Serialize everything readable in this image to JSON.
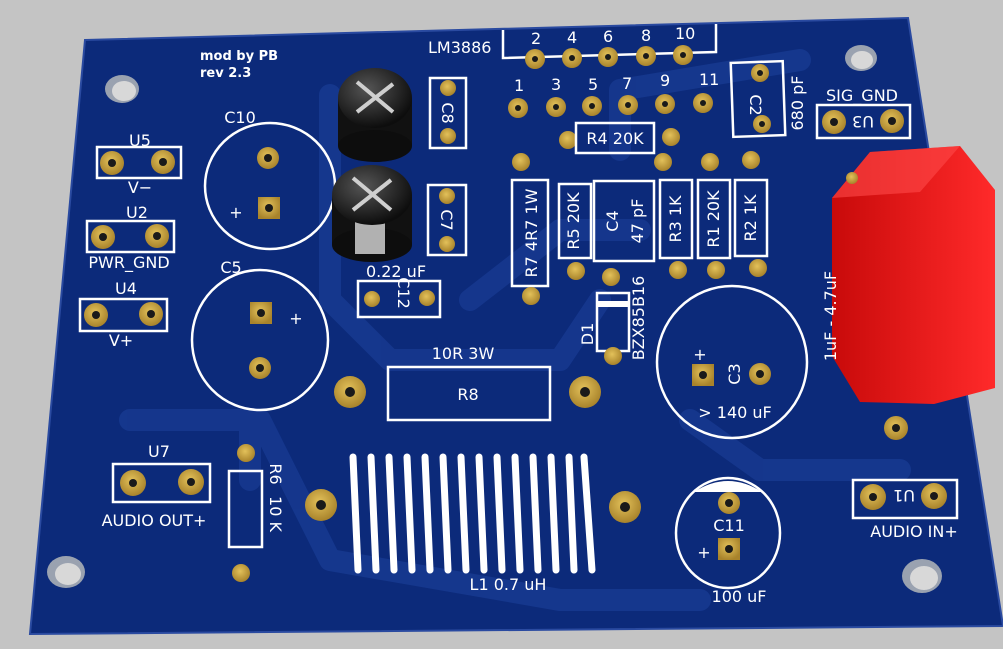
{
  "header": {
    "credit": "mod by PB",
    "revision": "rev 2.3",
    "ic_label": "LM3886"
  },
  "ic_pins": {
    "top": [
      "2",
      "4",
      "6",
      "8",
      "10"
    ],
    "bottom": [
      "1",
      "3",
      "5",
      "7",
      "9",
      "11"
    ]
  },
  "connectors": {
    "u5": {
      "ref": "U5",
      "name": "V−"
    },
    "u2": {
      "ref": "U2",
      "name": "PWR_GND"
    },
    "u4": {
      "ref": "U4",
      "name": "V+"
    },
    "u7": {
      "ref": "U7",
      "name": "AUDIO OUT+"
    },
    "u3": {
      "ref": "U3",
      "name": "SIG_GND"
    },
    "u1": {
      "ref": "U1",
      "name": "AUDIO IN+"
    }
  },
  "components": {
    "c10": "C10",
    "c5": "C5",
    "c8": "C8",
    "c7": "C7",
    "c12_ref": "C12",
    "c12_value": "0.22 uF",
    "c2_ref": "C2",
    "c2_value": "680 pF",
    "r4": "R4 20K",
    "r7": "R7 4R7 1W",
    "r5": "R5 20K",
    "c4_ref": "C4",
    "c4_value": "47 pF",
    "r3": "R3 1K",
    "r1": "R1 20K",
    "r2": "R2 1K",
    "d1_ref": "D1",
    "d1_value": "BZX85B16",
    "c3_ref": "C3",
    "c3_value": "> 140 uF",
    "r8_ref": "R8",
    "r8_value": "10R 3W",
    "r6_ref": "R6",
    "r6_value": "10 K",
    "l1": "L1  0.7 uH",
    "c11_ref": "C11",
    "c11_value": "100 uF",
    "input_cap": "1uF - 4.7uF",
    "plus_sign": "+"
  },
  "colors": {
    "board": "#0c2a7a",
    "board_edge": "#132f86",
    "pad": "#c9a33d",
    "silk": "#ffffff",
    "input_cap": "#e81212"
  }
}
